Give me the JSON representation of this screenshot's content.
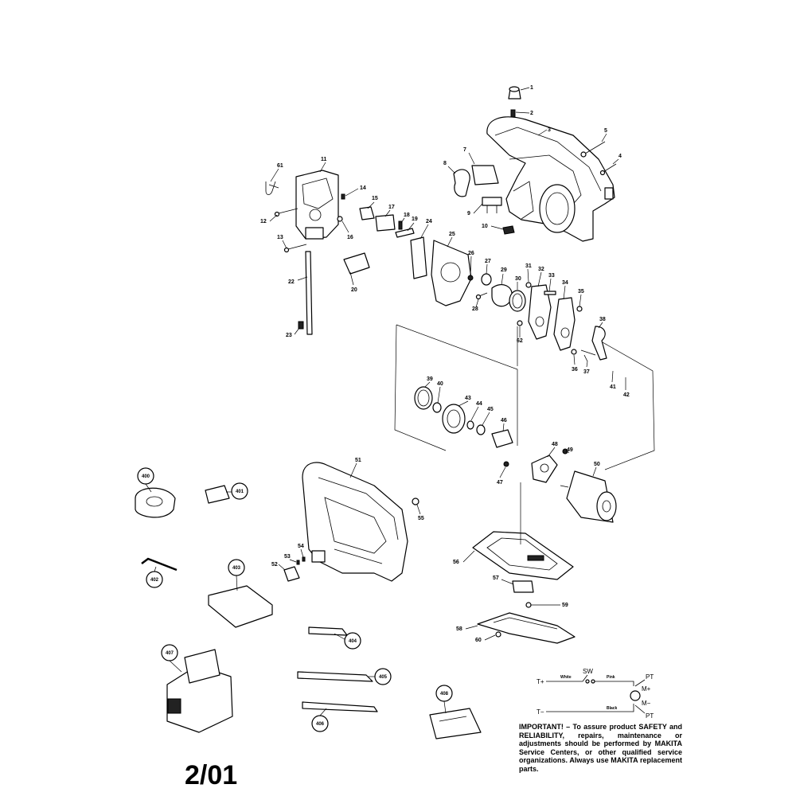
{
  "date_stamp": "2/01",
  "notice": "IMPORTANT! – To assure product SAFETY and RELIABILITY, repairs, maintenance or adjustments should be performed by MAKITA Service Centers, or other qualified service organizations. Always use MAKITA replacement parts.",
  "wiring": {
    "t_plus": "T+",
    "t_minus": "T−",
    "white": "White",
    "sw": "SW",
    "pink": "Pink",
    "black": "Black",
    "pt_top": "PT",
    "m_plus": "M+",
    "m_minus": "M−",
    "pt_bottom": "PT"
  },
  "part_labels": [
    "1",
    "2",
    "3",
    "4",
    "5",
    "7",
    "8",
    "9",
    "10",
    "11",
    "12",
    "13",
    "14",
    "15",
    "16",
    "17",
    "18",
    "19",
    "20",
    "22",
    "23",
    "24",
    "25",
    "26",
    "27",
    "28",
    "29",
    "30",
    "31",
    "32",
    "33",
    "34",
    "35",
    "36",
    "37",
    "38",
    "39",
    "40",
    "41",
    "42",
    "43",
    "44",
    "45",
    "46",
    "47",
    "48",
    "49",
    "50",
    "51",
    "52",
    "53",
    "54",
    "55",
    "56",
    "57",
    "58",
    "59",
    "60",
    "61",
    "62"
  ],
  "accessory_labels": [
    "400",
    "401",
    "402",
    "403",
    "404",
    "405",
    "406",
    "407",
    "408"
  ]
}
